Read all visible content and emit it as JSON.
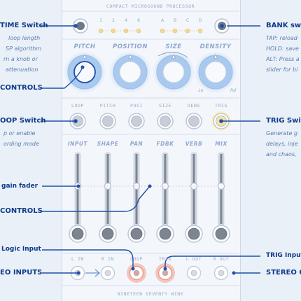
{
  "module": {
    "title": "COMPACT MICROSOUND PROCESSOR",
    "footer": "NINETEEN SEVENTY NINE"
  },
  "top_row": {
    "time_leds": [
      "1",
      "2",
      "4",
      "8"
    ],
    "bank_leds": [
      "A",
      "B",
      "C",
      "D"
    ]
  },
  "knobs": {
    "labels": [
      "PITCH",
      "POSITION",
      "SIZE",
      "DENSITY"
    ],
    "density_scale": [
      "Ln",
      "Rd"
    ]
  },
  "buttons": {
    "labels": [
      "LOOP",
      "PITCH",
      "POSI",
      "SIZE",
      "DENS",
      "TRIG"
    ]
  },
  "faders": {
    "labels": [
      "INPUT",
      "SHAPE",
      "PAN",
      "FDBK",
      "VERB",
      "MIX"
    ]
  },
  "jacks": {
    "labels": [
      "L IN",
      "R IN",
      "LOOP",
      "TRIG",
      "L OUT",
      "R OUT"
    ]
  },
  "annotations": {
    "time_switch": {
      "title": "TIME Switch",
      "lines": [
        "loop length",
        "SP algorithm",
        "rn a knob or",
        "attenuation"
      ]
    },
    "controls_1": {
      "title": "CONTROLS"
    },
    "loop_switch": {
      "title": "OOP Switch",
      "lines": [
        "p or enable",
        "ording mode"
      ]
    },
    "gain_fader": {
      "title": "gain fader"
    },
    "controls_2": {
      "title": "CONTROLS"
    },
    "logic_input": {
      "title": "Logic Input"
    },
    "stereo_inputs": {
      "title": "EO INPUTS"
    },
    "bank_switch": {
      "title": "BANK swit",
      "lines": [
        "TAP: reload",
        "HOLD: save",
        "ALT: Press a",
        "slider for bi"
      ]
    },
    "trig_switch": {
      "title": "TRIG Switc",
      "lines": [
        "Generate g",
        "delays, inje",
        "and chaos,"
      ]
    },
    "trig_input": {
      "title": "TRIG Input"
    },
    "stereo_out": {
      "title": "STEREO OU"
    }
  },
  "colors": {
    "accent": "#0d3a8a",
    "callout_line": "#1f4fa8",
    "highlight_red": "#f6c4bc",
    "highlight_yellow": "#fff2c0",
    "led": "#f4d79a",
    "knob_glow": "#a9c9ef"
  }
}
